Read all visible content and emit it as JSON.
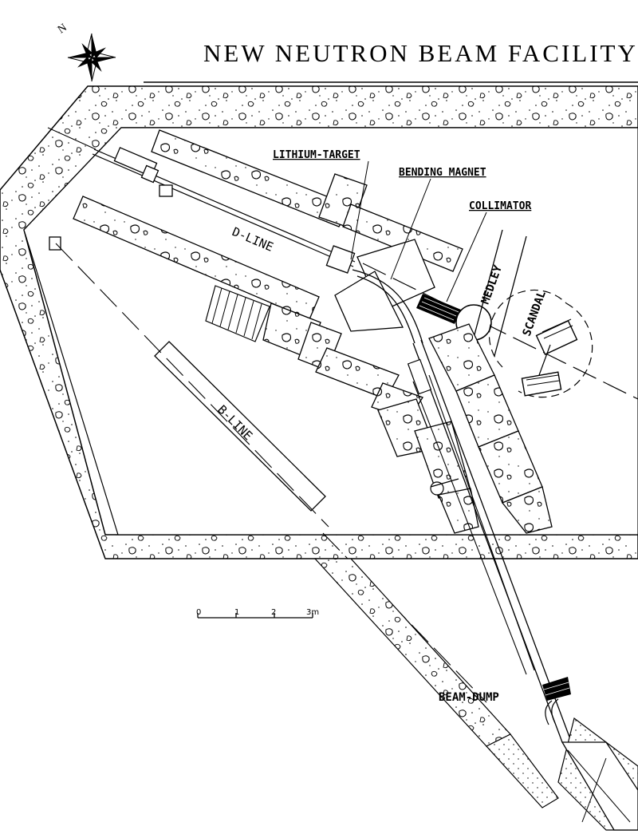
{
  "title": "NEW NEUTRON BEAM FACILITY",
  "compass_letter": "N",
  "labels": {
    "lithium_target": "LITHIUM-TARGET",
    "bending_magnet": "BENDING MAGNET",
    "collimator": "COLLIMATOR",
    "medley": "MEDLEY",
    "scandal": "SCANDAL",
    "d_line": "D-LINE",
    "b_line": "B-LINE",
    "beam_dump": "BEAM-DUMP"
  },
  "scale_bar": {
    "ticks": [
      "0",
      "1",
      "2",
      "3m"
    ]
  }
}
